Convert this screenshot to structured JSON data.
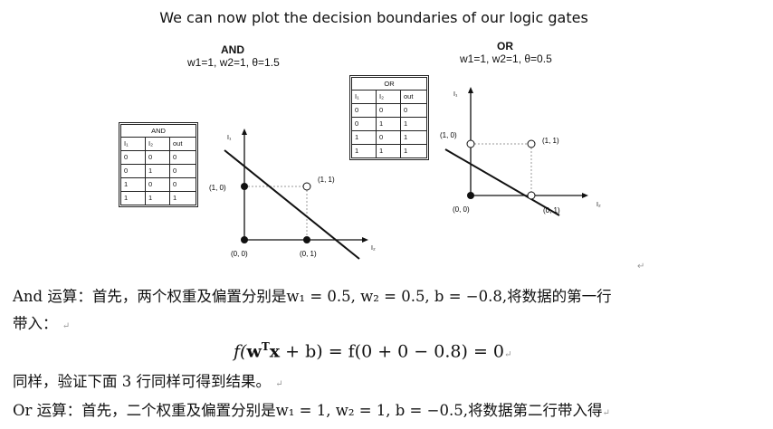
{
  "slide": {
    "title": "We can now plot the decision boundaries of our logic gates",
    "and_figure": {
      "name": "AND",
      "params": "w1=1, w2=1, θ=1.5",
      "table": {
        "caption": "AND",
        "headers": [
          "I₁",
          "I₂",
          "out"
        ],
        "rows": [
          [
            "0",
            "0",
            "0"
          ],
          [
            "0",
            "1",
            "0"
          ],
          [
            "1",
            "0",
            "0"
          ],
          [
            "1",
            "1",
            "1"
          ]
        ]
      },
      "plot": {
        "y_axis_label": "I₁",
        "x_axis_label": "I₂",
        "point_labels": [
          "(0, 0)",
          "(0, 1)",
          "(1, 0)",
          "(1, 1)"
        ]
      }
    },
    "or_figure": {
      "name": "OR",
      "params": "w1=1, w2=1, θ=0.5",
      "table": {
        "caption": "OR",
        "headers": [
          "I₁",
          "I₂",
          "out"
        ],
        "rows": [
          [
            "0",
            "0",
            "0"
          ],
          [
            "0",
            "1",
            "1"
          ],
          [
            "1",
            "0",
            "1"
          ],
          [
            "1",
            "1",
            "1"
          ]
        ]
      },
      "plot": {
        "y_axis_label": "I₁",
        "x_axis_label": "I₂",
        "point_labels": [
          "(0, 0)",
          "(0, 1)",
          "(1, 0)",
          "(1, 1)"
        ]
      }
    }
  },
  "document": {
    "para_mark": "↵",
    "line1_prefix": "And 运算：首先，两个权重及偏置分别是",
    "line1_math": "w₁ = 0.5, w₂ = 0.5, b = −0.8",
    "line1_suffix": ",将数据的第一行",
    "line2": "带入：",
    "equation_lhs": "f(",
    "equation_w": "w",
    "equation_sup": "T",
    "equation_x": "x",
    "equation_rest": " + b) = f(0 + 0 − 0.8) = 0",
    "line3": "同样，验证下面 3 行同样可得到结果。",
    "line4_prefix": "Or 运算：首先，二个权重及偏置分别是",
    "line4_math": "w₁ = 1, w₂ = 1, b = −0.5",
    "line4_suffix": ",将数据第二行带入得"
  }
}
